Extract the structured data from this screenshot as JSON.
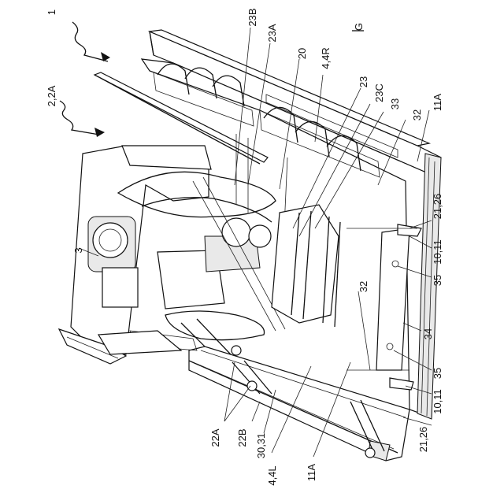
{
  "figure": {
    "view_label": "G",
    "labels": [
      {
        "id": "l1",
        "text": "1"
      },
      {
        "id": "l22a",
        "text": "2,2A"
      },
      {
        "id": "l3",
        "text": "3"
      },
      {
        "id": "l23b",
        "text": "23B"
      },
      {
        "id": "l23a",
        "text": "23A"
      },
      {
        "id": "l20",
        "text": "20"
      },
      {
        "id": "l44r",
        "text": "4,4R"
      },
      {
        "id": "l23",
        "text": "23"
      },
      {
        "id": "l23c",
        "text": "23C"
      },
      {
        "id": "l33",
        "text": "33"
      },
      {
        "id": "l32a",
        "text": "32"
      },
      {
        "id": "l11a_top",
        "text": "11A"
      },
      {
        "id": "l2126_top",
        "text": "21,26"
      },
      {
        "id": "l1011_top",
        "text": "10,11"
      },
      {
        "id": "l35_top",
        "text": "35"
      },
      {
        "id": "l32b",
        "text": "32"
      },
      {
        "id": "l34",
        "text": "34"
      },
      {
        "id": "l35_bot",
        "text": "35"
      },
      {
        "id": "l1011_bot",
        "text": "10,11"
      },
      {
        "id": "l2126_bot",
        "text": "21,26"
      },
      {
        "id": "l11a_bot",
        "text": "11A"
      },
      {
        "id": "l44l",
        "text": "4,4L"
      },
      {
        "id": "l3031",
        "text": "30,31"
      },
      {
        "id": "l22b",
        "text": "22B"
      },
      {
        "id": "l22a2",
        "text": "22A"
      }
    ]
  }
}
